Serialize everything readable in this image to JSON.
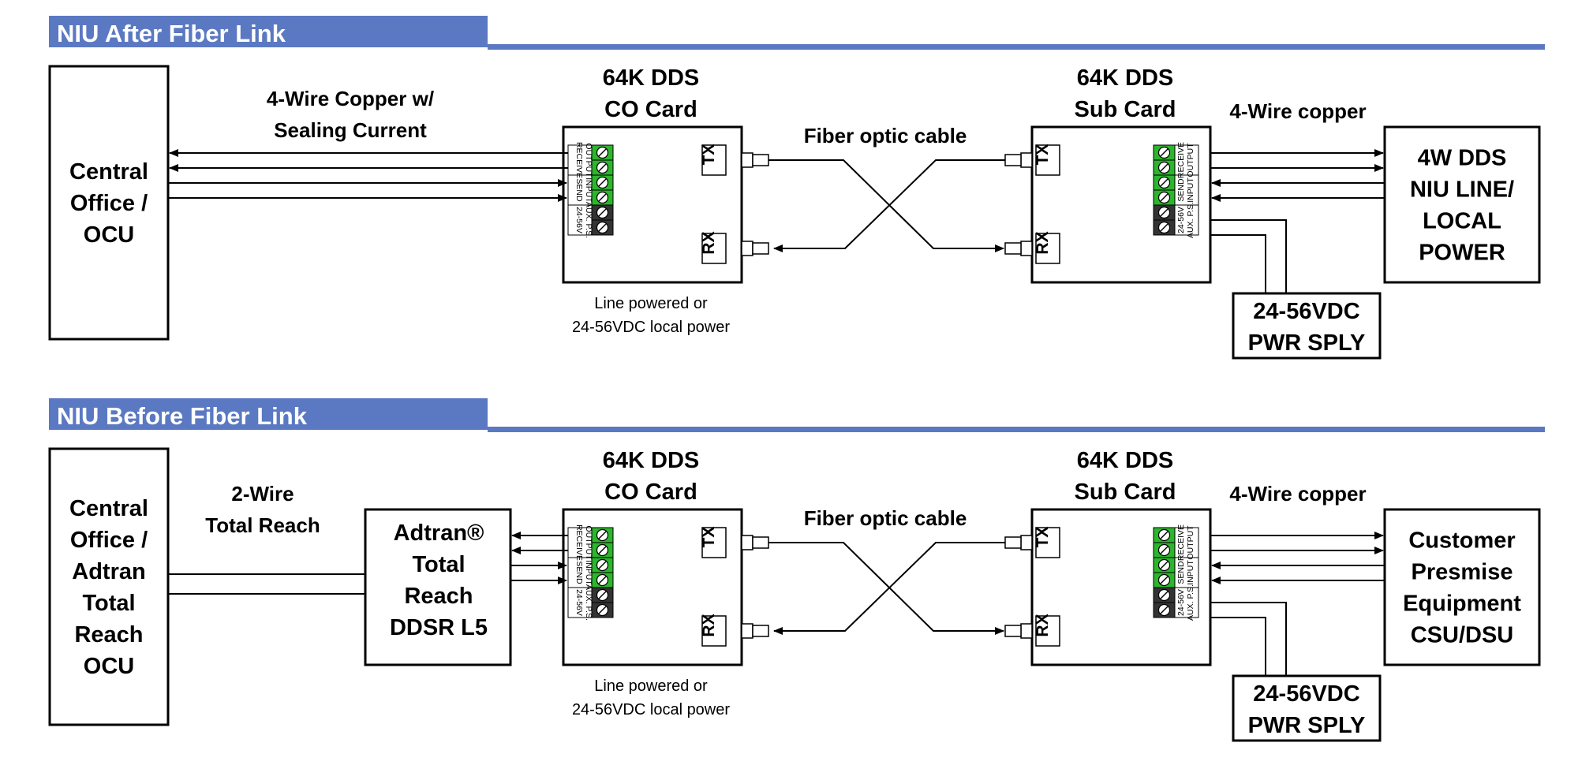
{
  "sections": [
    {
      "header": "NIU After Fiber Link",
      "left_box": [
        "Central",
        "Office /",
        "OCU"
      ],
      "left_link_label": [
        "4-Wire Copper w/",
        "Sealing Current"
      ],
      "co_card_title": [
        "64K DDS",
        "CO Card"
      ],
      "sub_card_title": [
        "64K DDS",
        "Sub Card"
      ],
      "fiber_label": "Fiber optic cable",
      "right_link_label": "4-Wire copper",
      "right_box": [
        "4W DDS",
        "NIU LINE/",
        "LOCAL",
        "POWER"
      ],
      "power_note": [
        "Line powered or",
        "24-56VDC local power"
      ],
      "power_supply": [
        "24-56VDC",
        "PWR SPLY"
      ]
    },
    {
      "header": "NIU Before Fiber Link",
      "left_box": [
        "Central",
        "Office /",
        "Adtran",
        "Total",
        "Reach",
        "OCU"
      ],
      "left_link_label": [
        "2-Wire",
        "Total Reach"
      ],
      "middle_box": [
        "Adtran®",
        "Total",
        "Reach",
        "DDSR L5"
      ],
      "co_card_title": [
        "64K DDS",
        "CO Card"
      ],
      "sub_card_title": [
        "64K DDS",
        "Sub Card"
      ],
      "fiber_label": "Fiber optic cable",
      "right_link_label": "4-Wire copper",
      "right_box": [
        "Customer",
        "Presmise",
        "Equipment",
        "CSU/DSU"
      ],
      "power_note": [
        "Line powered or",
        "24-56VDC local power"
      ],
      "power_supply": [
        "24-56VDC",
        "PWR SPLY"
      ]
    }
  ],
  "ports": {
    "tx": "TX",
    "rx": "RX"
  },
  "terminal_labels": {
    "receive": "RECEIVE",
    "output": "OUTPUT",
    "send": "SEND",
    "input": "INPUT",
    "volt": "24-56V",
    "aux": "AUX. P.S."
  },
  "colors": {
    "header_bar": "#5b79c2",
    "terminal_green": "#2db52d",
    "terminal_dark": "#333333"
  }
}
